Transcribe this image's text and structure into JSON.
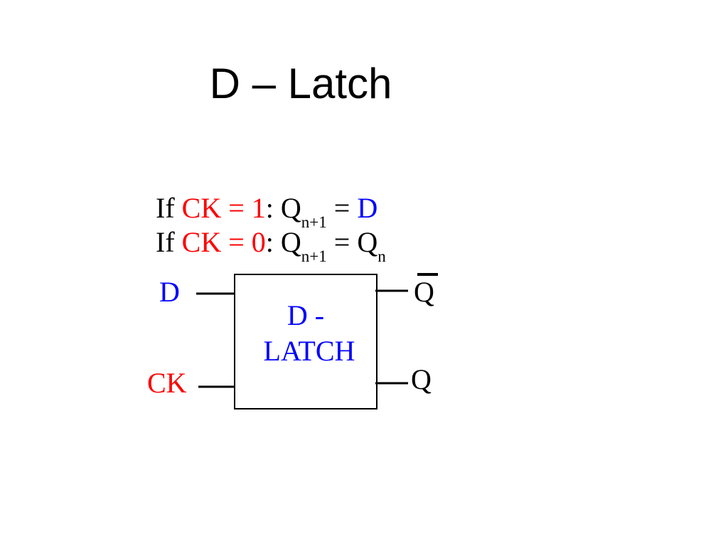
{
  "slide": {
    "title": "D – Latch"
  },
  "rules": [
    {
      "prefix": "If ",
      "condition": "CK = 1",
      "colon": ": ",
      "q": "Q",
      "q_sub": "n+1",
      "equals": " = ",
      "result": "D",
      "result_sub": ""
    },
    {
      "prefix": "If ",
      "condition": "CK = 0",
      "colon": ": ",
      "q": "Q",
      "q_sub": "n+1",
      "equals": " = ",
      "result": "Q",
      "result_sub": "n"
    }
  ],
  "block": {
    "line1": "D -",
    "line2": "LATCH"
  },
  "pins": {
    "d_input": "D",
    "ck_input": "CK",
    "q_bar_output": "Q",
    "q_output": "Q"
  },
  "colors": {
    "clock": "#ff0000",
    "data": "#0000ff",
    "ink": "#000000"
  }
}
